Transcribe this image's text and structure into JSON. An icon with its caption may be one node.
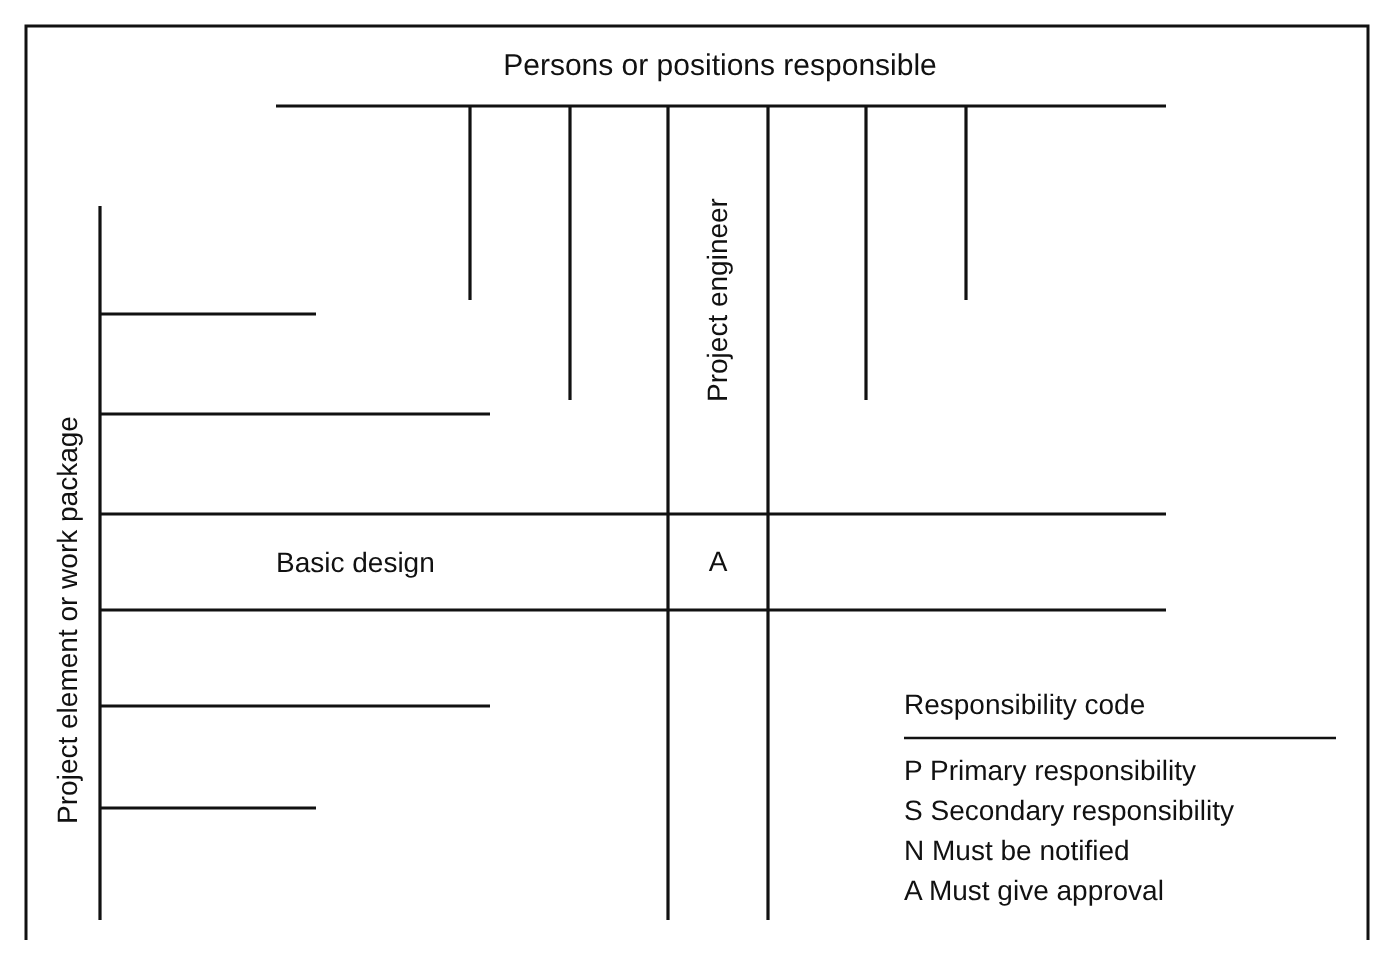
{
  "diagram": {
    "labels": [
      "Persons or positions responsible",
      "Project engineer",
      "Project element or work package",
      "Basic design",
      "A",
      "Responsibility code",
      "P Primary responsibility",
      "S Secondary responsibility",
      "N Must be notified",
      "A Must give approval"
    ]
  }
}
